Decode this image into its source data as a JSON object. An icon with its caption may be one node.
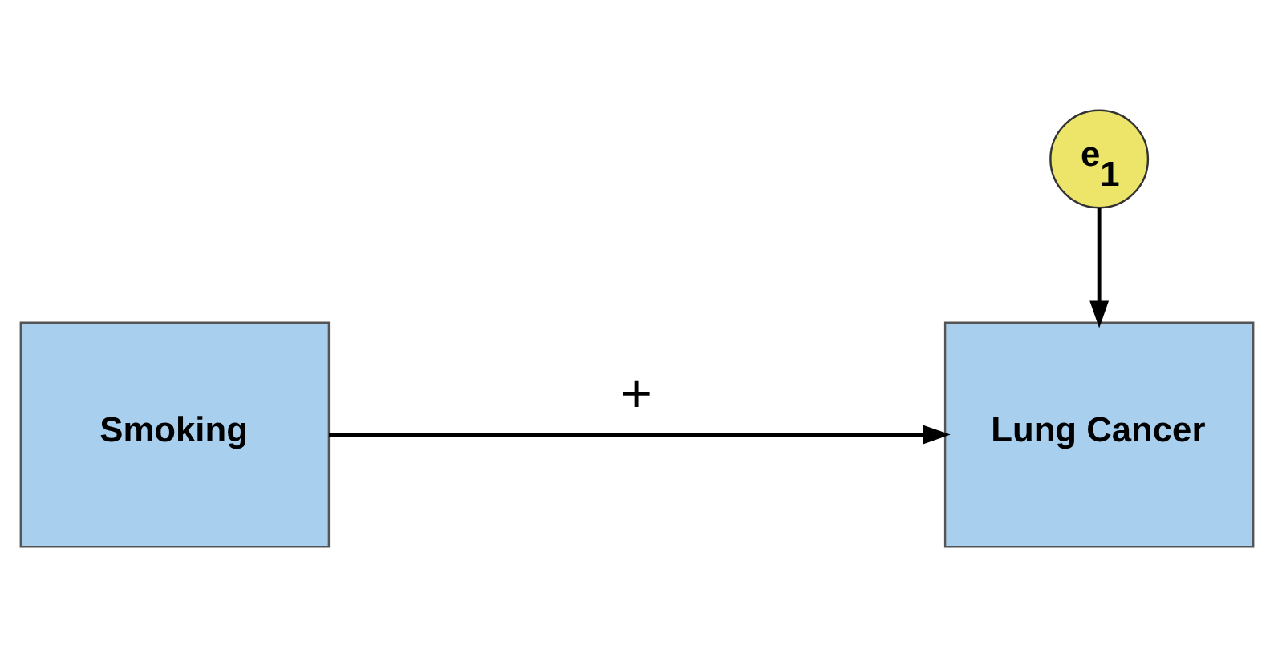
{
  "diagram": {
    "nodes": [
      {
        "text": [
          "Smoking"
        ]
      },
      {
        "text": [
          "Lung Cancer"
        ]
      },
      {
        "text": [
          "e$_{1}$"
        ]
      }
    ],
    "edges": [
      {
        "from": 0,
        "to": 1,
        "arrow": "to",
        "label": "+"
      },
      {
        "from": 2,
        "to": 1,
        "arrow": "to"
      }
    ]
  }
}
